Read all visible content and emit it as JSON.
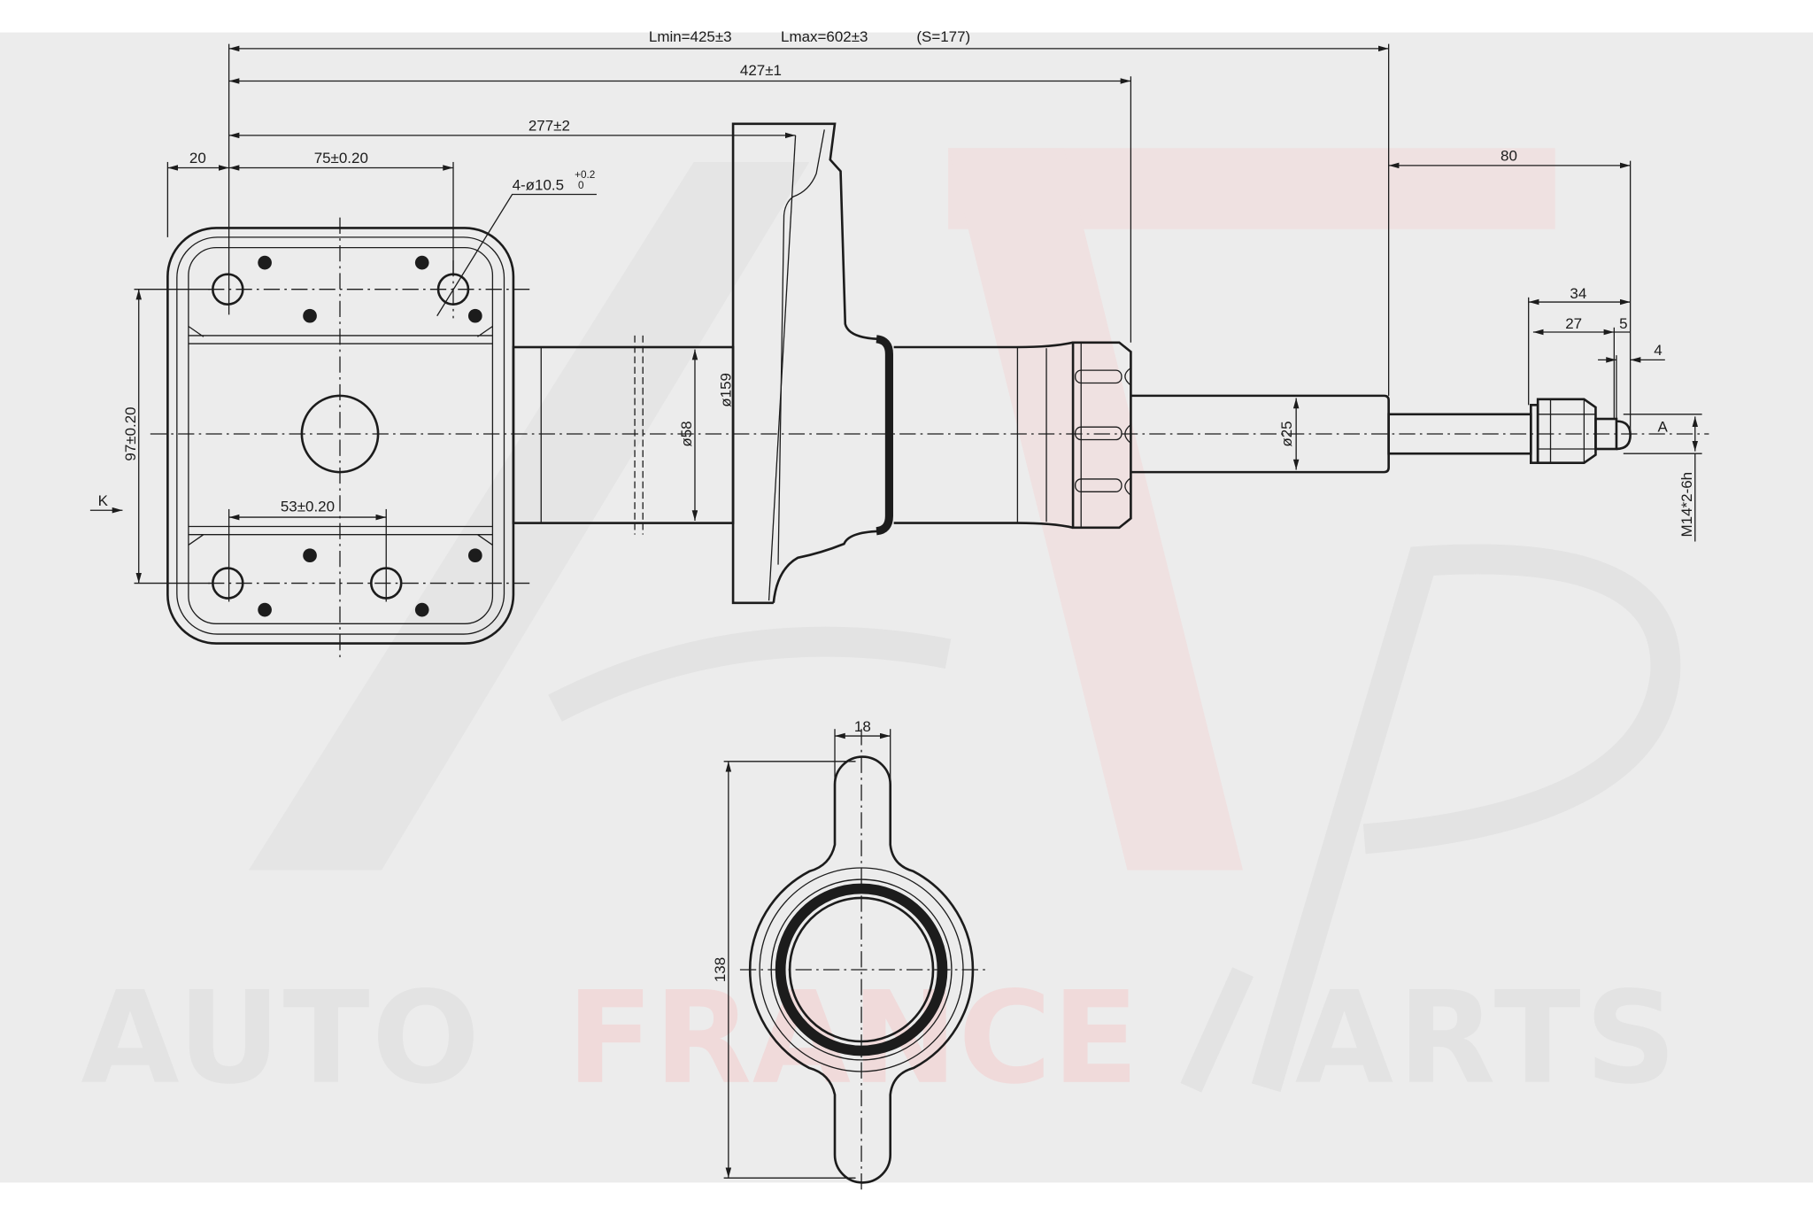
{
  "drawing": {
    "dimensions": {
      "lmin": "Lmin=425±3",
      "lmax": "Lmax=602±3",
      "stroke": "(S=177)",
      "length_427": "427±1",
      "length_277": "277±2",
      "offset_20": "20",
      "hole_pitch_75": "75±0.20",
      "hole_spec": "4-ø10.5",
      "hole_tol_upper": "+0.2",
      "hole_tol_lower": "0",
      "hole_pitch_97": "97±0.20",
      "hole_pitch_53": "53±0.20",
      "dia_58": "ø58",
      "dia_159": "ø159",
      "dia_25": "ø25",
      "length_80": "80",
      "length_34": "34",
      "length_27": "27",
      "length_5": "5",
      "length_4": "4",
      "thread": "M14*2-6h",
      "lug_width": "18",
      "bracket_height": "138"
    },
    "views": {
      "k": "K",
      "a": "A"
    }
  },
  "watermark": {
    "word_1": "AUTO",
    "word_2": "FRANCE",
    "word_3": "ARTS"
  },
  "colors": {
    "line": "#1c1c1c",
    "background": "#ececec",
    "watermark_gray": "#e2e2e2",
    "watermark_red": "#f0dada"
  }
}
